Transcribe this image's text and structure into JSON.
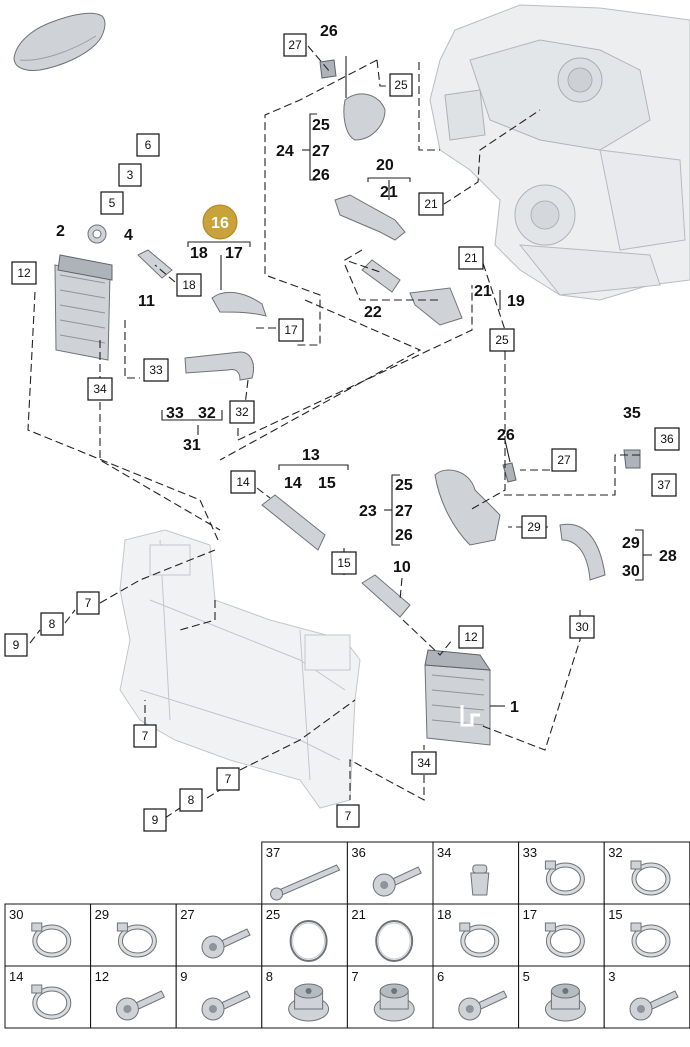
{
  "highlight": {
    "number": "16",
    "color": "#c9a23a"
  },
  "colors": {
    "part_fill": "#cfd3d8",
    "part_stroke": "#6d7378",
    "line": "#222222"
  },
  "plain_labels": {
    "p26_top": "26",
    "p24": "24",
    "p25_a": "25",
    "p27_a": "27",
    "p26_a": "26",
    "p20": "20",
    "p21_a": "21",
    "p2": "2",
    "p4": "4",
    "p11": "11",
    "p18_h": "18",
    "p17_h": "17",
    "p22": "22",
    "p21_b": "21",
    "p19": "19",
    "p33_b": "33",
    "p32_b": "32",
    "p31": "31",
    "p13": "13",
    "p14_b": "14",
    "p15_b": "15",
    "p26_mid": "26",
    "p35": "35",
    "p23": "23",
    "p25_b": "25",
    "p27_b": "27",
    "p26_b": "26",
    "p29_b": "29",
    "p30_b": "30",
    "p28": "28",
    "p10": "10",
    "p1": "1"
  },
  "boxed_labels": {
    "b27_top": "27",
    "b25_top": "25",
    "b6": "6",
    "b3": "3",
    "b5": "5",
    "b21_a": "21",
    "b21_b": "21",
    "b12_l": "12",
    "b18": "18",
    "b17": "17",
    "b25_mid": "25",
    "b33": "33",
    "b34_l": "34",
    "b32": "32",
    "b36": "36",
    "b27_r": "27",
    "b37": "37",
    "b14": "14",
    "b29": "29",
    "b15": "15",
    "b7_a": "7",
    "b8_a": "8",
    "b9_a": "9",
    "b30": "30",
    "b12_r": "12",
    "b7_b": "7",
    "b7_c": "7",
    "b8_b": "8",
    "b9_b": "9",
    "b7_d": "7",
    "b34_r": "34"
  },
  "parts_table": [
    {
      "number": "37",
      "icon": "long-bolt-icon"
    },
    {
      "number": "36",
      "icon": "bolt-icon"
    },
    {
      "number": "34",
      "icon": "grommet-pin-icon"
    },
    {
      "number": "33",
      "icon": "hose-clamp-icon"
    },
    {
      "number": "32",
      "icon": "hose-clamp-icon"
    },
    {
      "number": "30",
      "icon": "hose-clamp-icon"
    },
    {
      "number": "29",
      "icon": "hose-clamp-icon"
    },
    {
      "number": "27",
      "icon": "bolt-icon"
    },
    {
      "number": "25",
      "icon": "o-ring-icon"
    },
    {
      "number": "21",
      "icon": "o-ring-icon"
    },
    {
      "number": "18",
      "icon": "hose-clamp-icon"
    },
    {
      "number": "17",
      "icon": "hose-clamp-icon"
    },
    {
      "number": "15",
      "icon": "hose-clamp-icon"
    },
    {
      "number": "14",
      "icon": "hose-clamp-icon"
    },
    {
      "number": "12",
      "icon": "bolt-icon"
    },
    {
      "number": "9",
      "icon": "bolt-icon"
    },
    {
      "number": "8",
      "icon": "rubber-mount-icon"
    },
    {
      "number": "7",
      "icon": "rubber-mount-icon"
    },
    {
      "number": "6",
      "icon": "bolt-icon"
    },
    {
      "number": "5",
      "icon": "rubber-mount-icon"
    },
    {
      "number": "3",
      "icon": "bolt-icon"
    }
  ]
}
